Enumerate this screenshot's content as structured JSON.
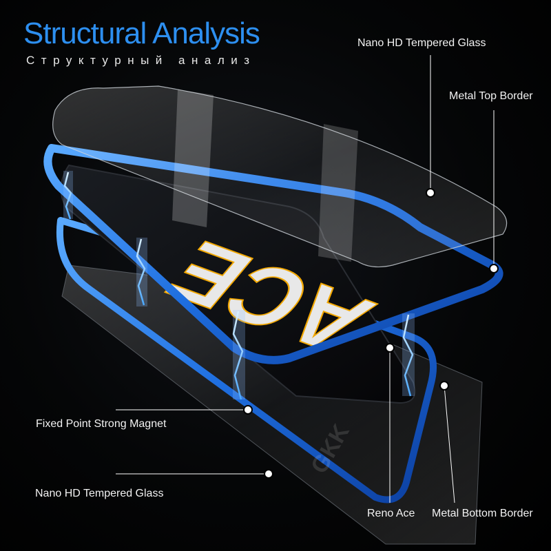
{
  "title": "Structural Analysis",
  "subtitle": "Структурный анализ",
  "labels": {
    "nano_top": "Nano HD Tempered Glass",
    "metal_top": "Metal Top Border",
    "magnet": "Fixed Point Strong Magnet",
    "nano_bottom": "Nano HD Tempered Glass",
    "reno": "Reno Ace",
    "metal_bottom": "Metal Bottom Border"
  },
  "screen_text": "ACE",
  "watermark": "GKK",
  "colors": {
    "accent": "#2d8ff0",
    "frame": "#1f6fe0",
    "background": "#000000",
    "lightning": "#8fd0ff"
  }
}
